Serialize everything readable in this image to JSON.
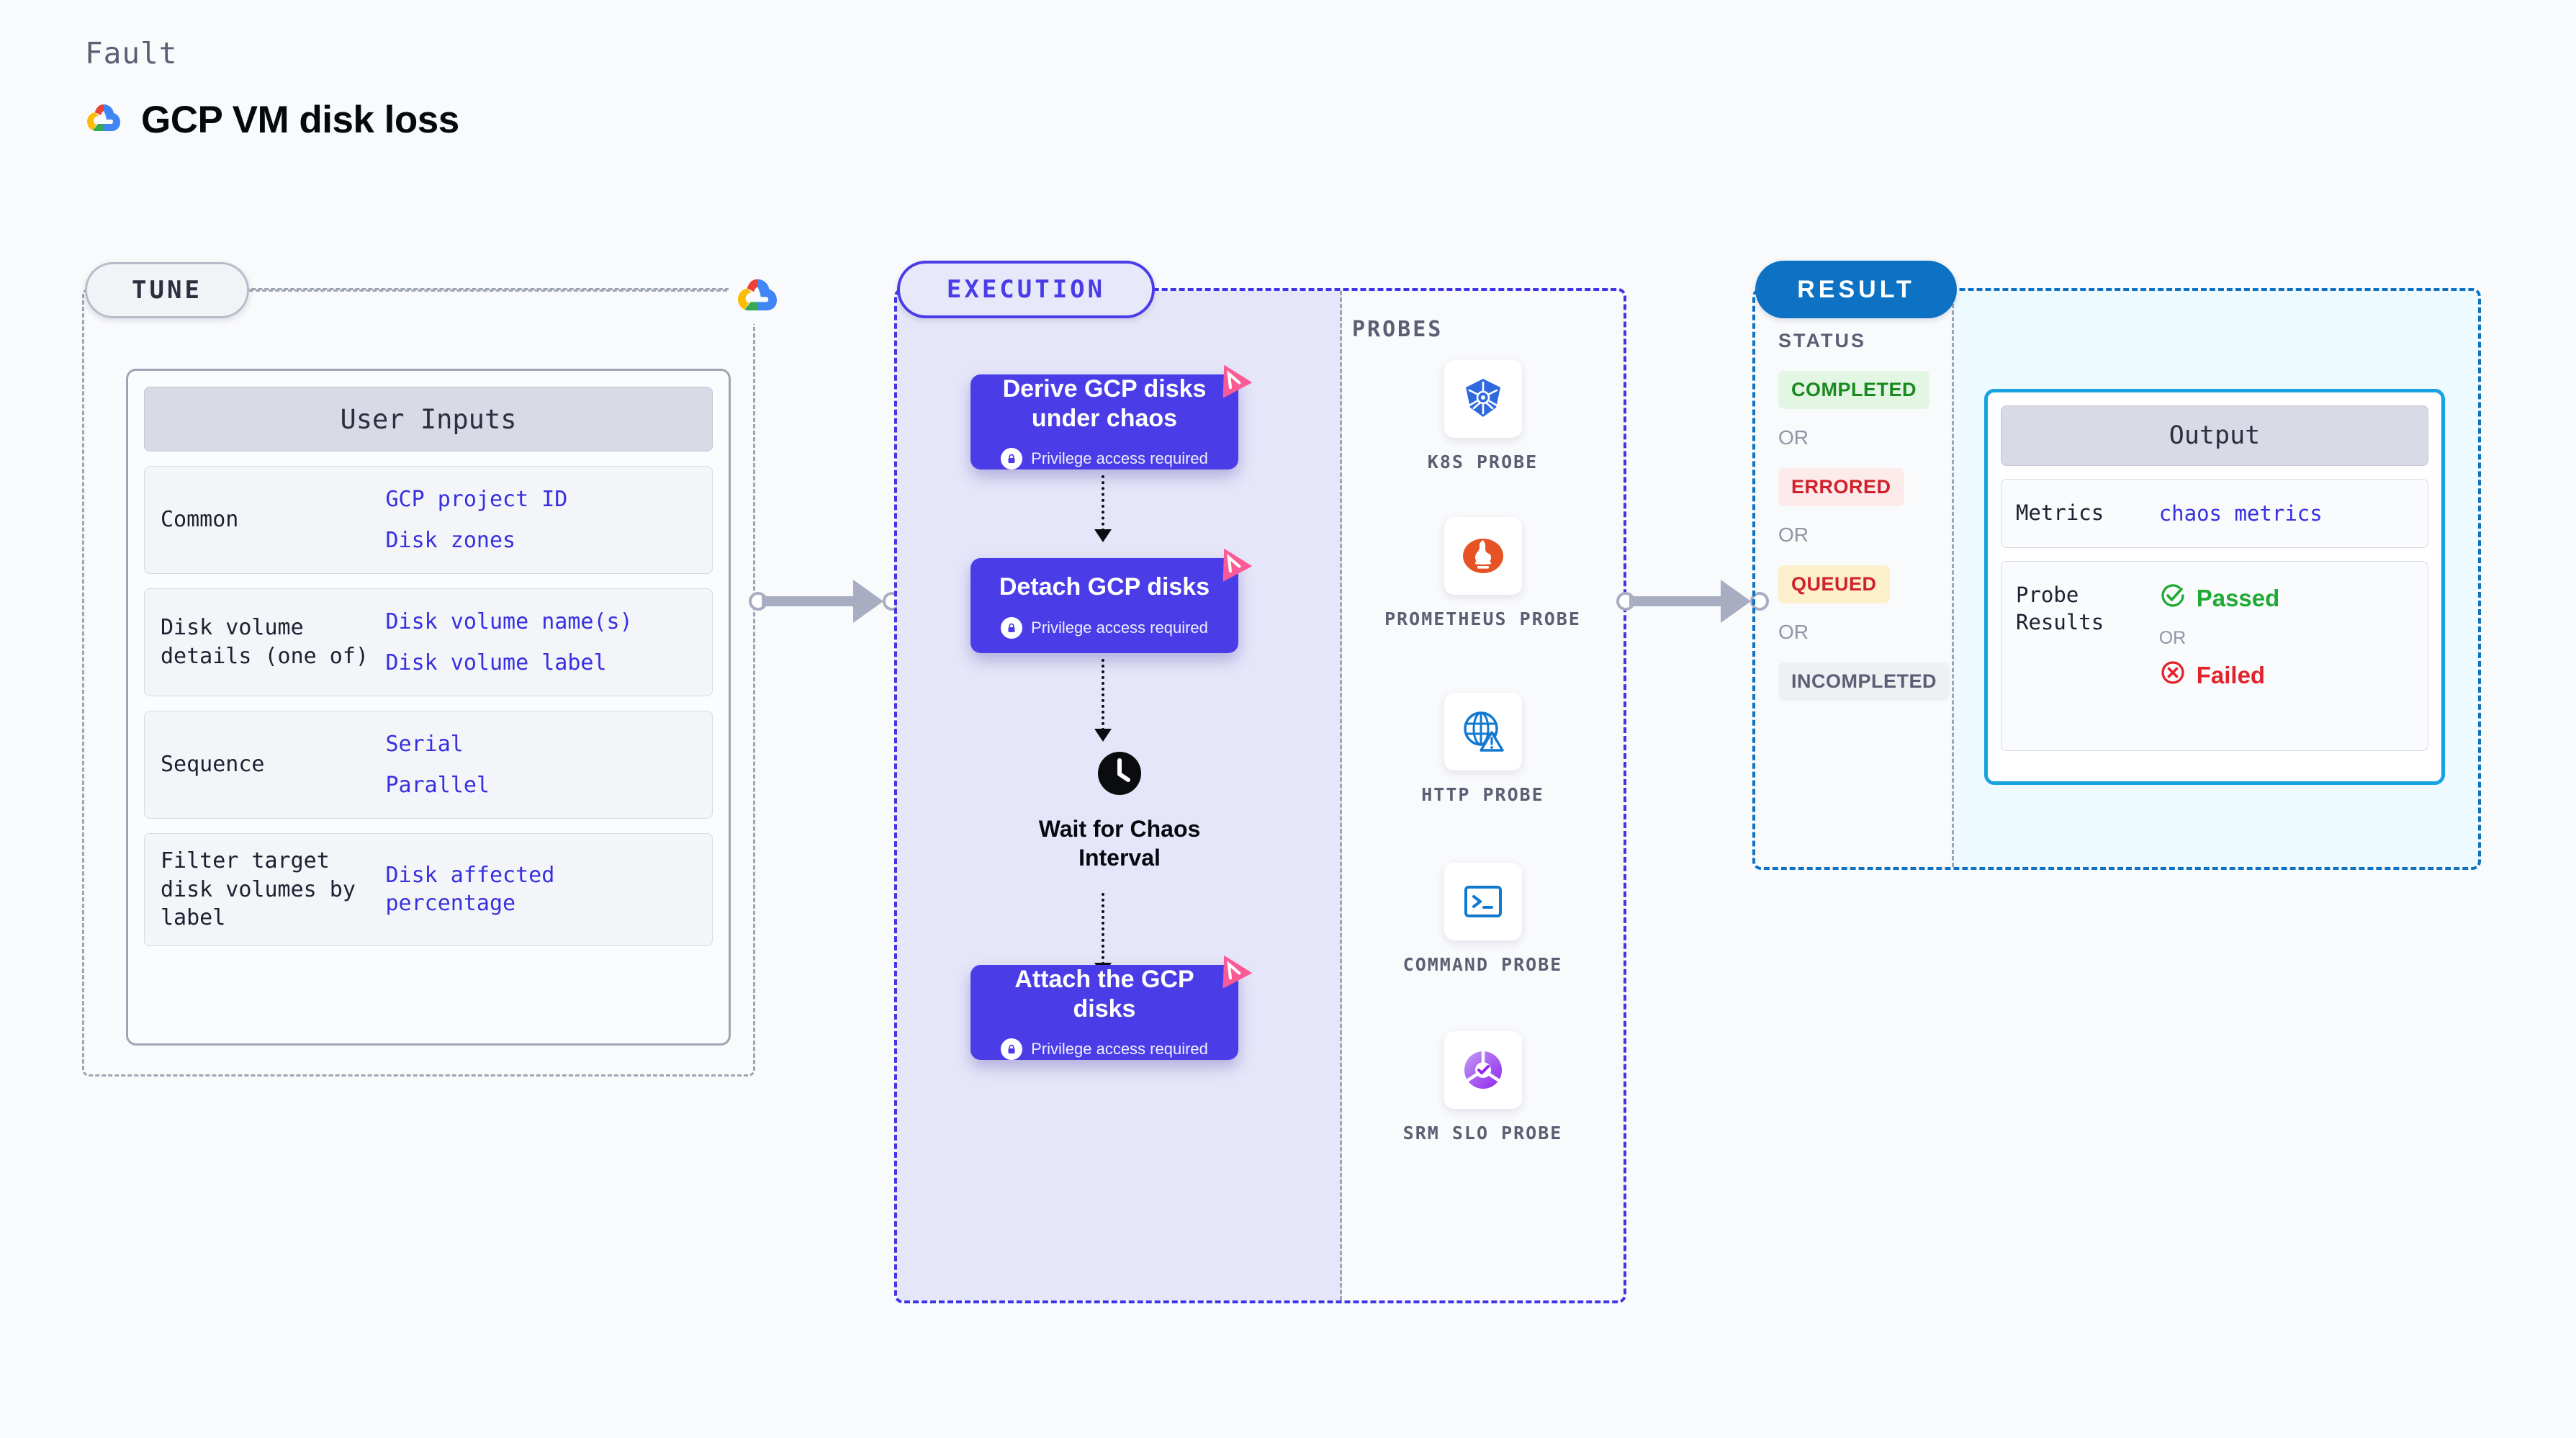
{
  "header": {
    "eyebrow": "Fault",
    "title": "GCP VM disk loss",
    "logo_icon": "gcp-cloud-logo"
  },
  "tune": {
    "pill_label": "TUNE",
    "edge_logo_icon": "gcp-cloud-logo",
    "card_header": "User Inputs",
    "rows": [
      {
        "key": "Common",
        "values": [
          "GCP project ID",
          "Disk zones"
        ]
      },
      {
        "key": "Disk volume details (one of)",
        "values": [
          "Disk volume name(s)",
          "Disk volume label"
        ]
      },
      {
        "key": "Sequence",
        "values": [
          "Serial",
          "Parallel"
        ]
      },
      {
        "key": "Filter target disk volumes by label",
        "values": [
          "Disk affected percentage"
        ]
      }
    ]
  },
  "execution": {
    "pill_label": "EXECUTION",
    "privilege_note": "Privilege access required",
    "steps": [
      {
        "title": "Derive GCP disks under chaos",
        "privileged": "Privilege access required",
        "flag_icon": "chaos-flag-icon",
        "lock_icon": "lock-icon"
      },
      {
        "title": "Detach GCP disks",
        "privileged": "Privilege access required",
        "flag_icon": "chaos-flag-icon",
        "lock_icon": "lock-icon"
      },
      {
        "title": "Attach the GCP disks",
        "privileged": "Privilege access required",
        "flag_icon": "chaos-flag-icon",
        "lock_icon": "lock-icon"
      }
    ],
    "wait_node": {
      "label": "Wait for Chaos Interval",
      "icon": "clock-icon"
    }
  },
  "probes": {
    "label": "PROBES",
    "items": [
      {
        "name": "K8S PROBE",
        "icon": "kubernetes-icon"
      },
      {
        "name": "PROMETHEUS PROBE",
        "icon": "prometheus-icon"
      },
      {
        "name": "HTTP PROBE",
        "icon": "http-globe-icon"
      },
      {
        "name": "COMMAND PROBE",
        "icon": "terminal-icon"
      },
      {
        "name": "SRM SLO PROBE",
        "icon": "srm-slo-icon"
      }
    ]
  },
  "result": {
    "pill_label": "RESULT",
    "status_label": "STATUS",
    "or_label": "OR",
    "statuses": [
      {
        "label": "COMPLETED",
        "color": "#1a8a1f",
        "bg": "#e2f6e3"
      },
      {
        "label": "ERRORED",
        "color": "#d0222b",
        "bg": "#fdeaea"
      },
      {
        "label": "QUEUED",
        "color": "#d0222b",
        "bg": "#fcf0cb"
      },
      {
        "label": "INCOMPLETED",
        "color": "#5b5f73",
        "bg": "#eef0f4"
      }
    ],
    "output": {
      "header": "Output",
      "metrics_key": "Metrics",
      "metrics_value": "chaos metrics",
      "probe_results_key": "Probe Results",
      "passed_label": "Passed",
      "failed_label": "Failed",
      "or_label": "OR",
      "passed_icon": "check-circle-icon",
      "failed_icon": "x-circle-icon",
      "passed_color": "#1faa35",
      "failed_color": "#e1232b"
    }
  }
}
